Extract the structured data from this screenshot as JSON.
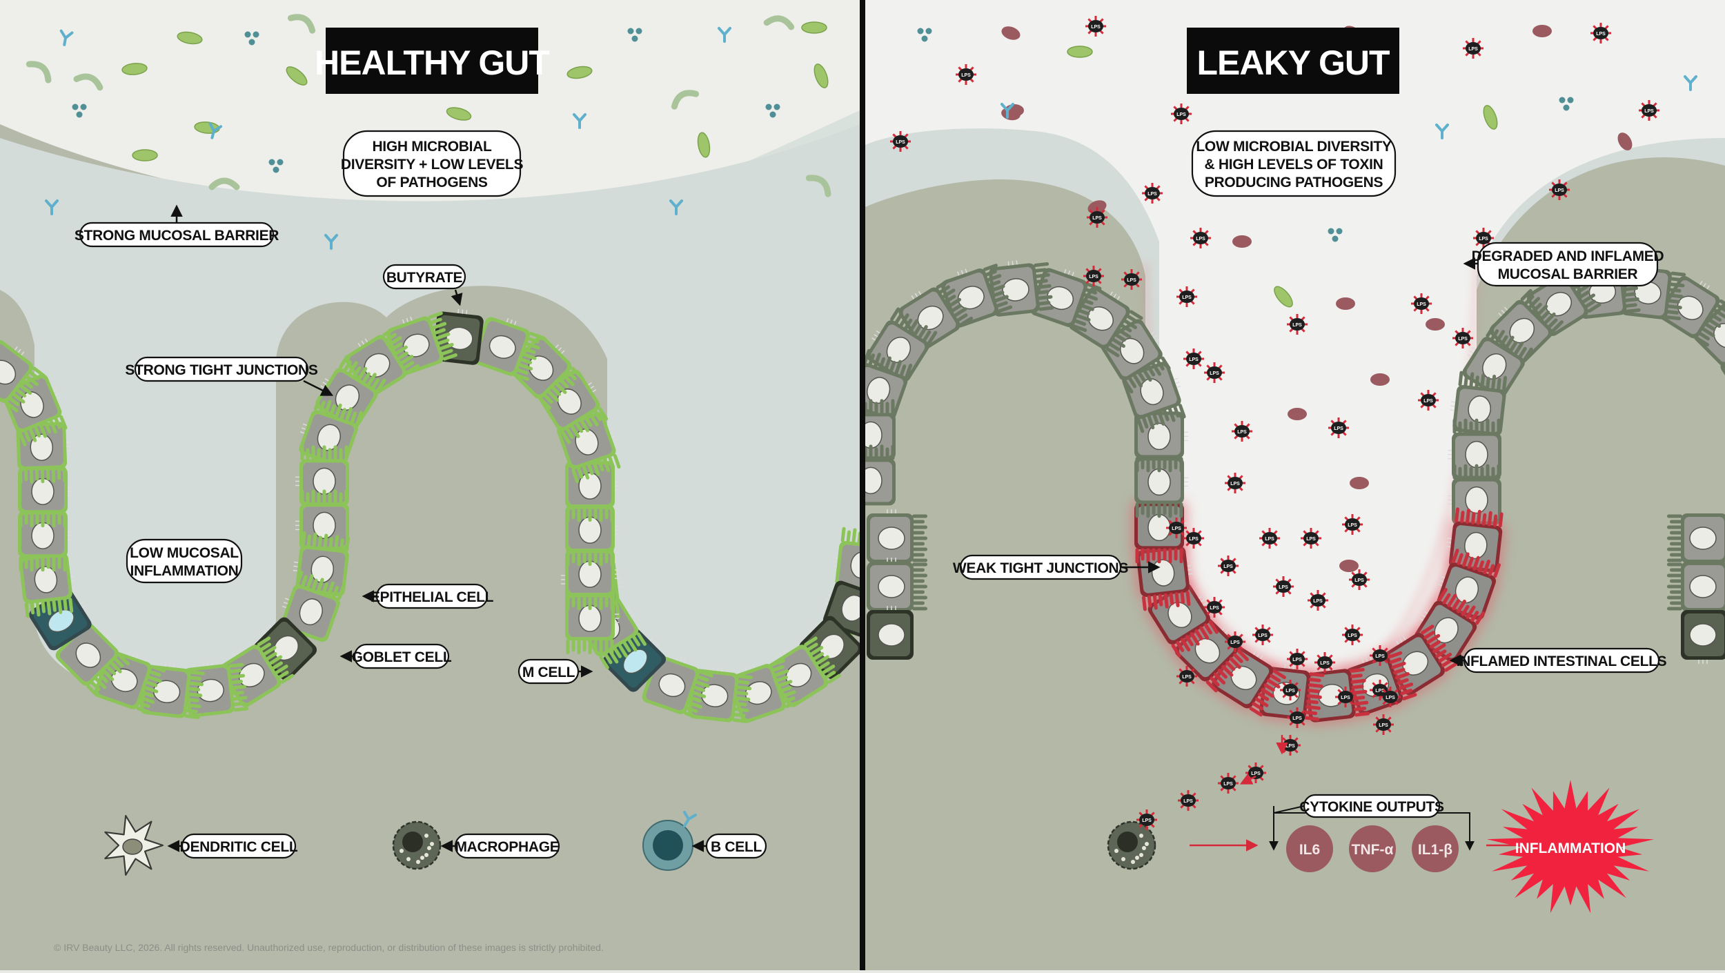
{
  "left": {
    "title": "HEALTHY GUT",
    "microbe_label_line1": "HIGH MICROBIAL",
    "microbe_label_line2": "DIVERSITY + LOW LEVELS",
    "microbe_label_line3": "OF PATHOGENS",
    "mucosal_barrier": "STRONG MUCOSAL BARRIER",
    "butyrate": "BUTYRATE",
    "tight_junctions": "STRONG TIGHT JUNCTIONS",
    "inflammation_line1": "LOW MUCOSAL",
    "inflammation_line2": "INFLAMMATION",
    "epithelial_cell": "EPITHELIAL CELL",
    "goblet_cell": "GOBLET CELL",
    "m_cell": "M CELL",
    "dendritic_cell": "DENDRITIC CELL",
    "macrophage": "MACROPHAGE",
    "b_cell": "B CELL"
  },
  "right": {
    "title": "LEAKY GUT",
    "microbe_label_line1": "LOW MICROBIAL DIVERSITY",
    "microbe_label_line2": "& HIGH LEVELS OF TOXIN",
    "microbe_label_line3": "PRODUCING PATHOGENS",
    "barrier_line1": "DEGRADED AND INFLAMED",
    "barrier_line2": "MUCOSAL BARRIER",
    "weak_junctions": "WEAK TIGHT JUNCTIONS",
    "inflamed_cells": "INFLAMED INTESTINAL CELLS",
    "cytokine_outputs": "CYTOKINE OUTPUTS",
    "cytokines": [
      "IL6",
      "TNF-α",
      "IL1-β"
    ],
    "inflammation": "INFLAMMATION",
    "pathogen_label": "LPS"
  },
  "copyright": "© IRV Beauty LLC, 2026. All rights reserved. Unauthorized use, reproduction, or distribution of these images is strictly prohibited.",
  "colors": {
    "healthy_membrane": "#8dc45a",
    "healthy_cell": "#9d9d98",
    "leaky_membrane": "#6d7d64",
    "inflamed": "#d62a3a",
    "cytokine": "#9a5a60",
    "burst": "#f0223e",
    "mucus": "#d7dfdb",
    "tissue": "#b3b8a7"
  }
}
